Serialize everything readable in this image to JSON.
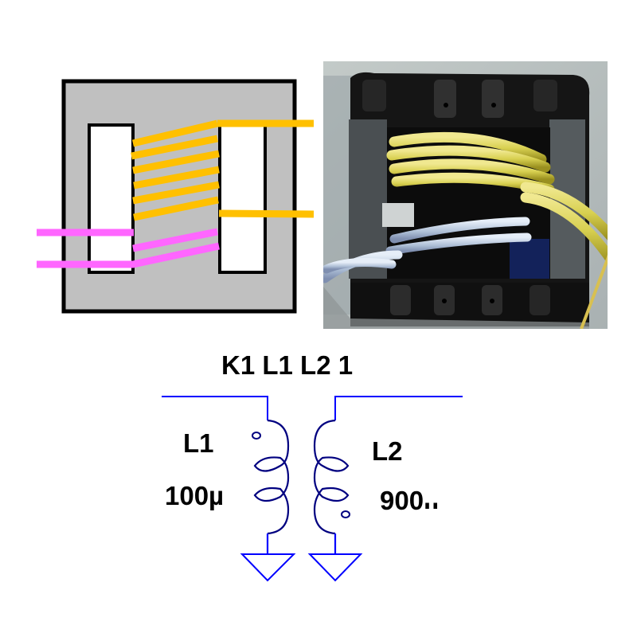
{
  "figure": {
    "title": "Transformer core winding diagram, photo and SPICE symbol"
  },
  "core_diagram": {
    "core_color": "#c0c0c0",
    "outline_color": "#000000",
    "primary_winding_color": "#ffc000",
    "secondary_winding_color": "#ff66ff",
    "primary_turns": 6,
    "secondary_turns": 2
  },
  "photo": {
    "subject": "transformer-bobbin-photo",
    "primary_wire_color": "#d8d060",
    "secondary_wire_color": "#b8c8e0",
    "bobbin_color": "#151515",
    "background_color": "#b8c0c0"
  },
  "schematic": {
    "coupling_directive": "K1 L1 L2 1",
    "inductors": [
      {
        "name": "L1",
        "value": "100µ"
      },
      {
        "name": "L2",
        "value_visible": "900",
        "value_suffix": "µ"
      }
    ],
    "wire_color": "#0000ff",
    "coil_color": "#000080"
  }
}
